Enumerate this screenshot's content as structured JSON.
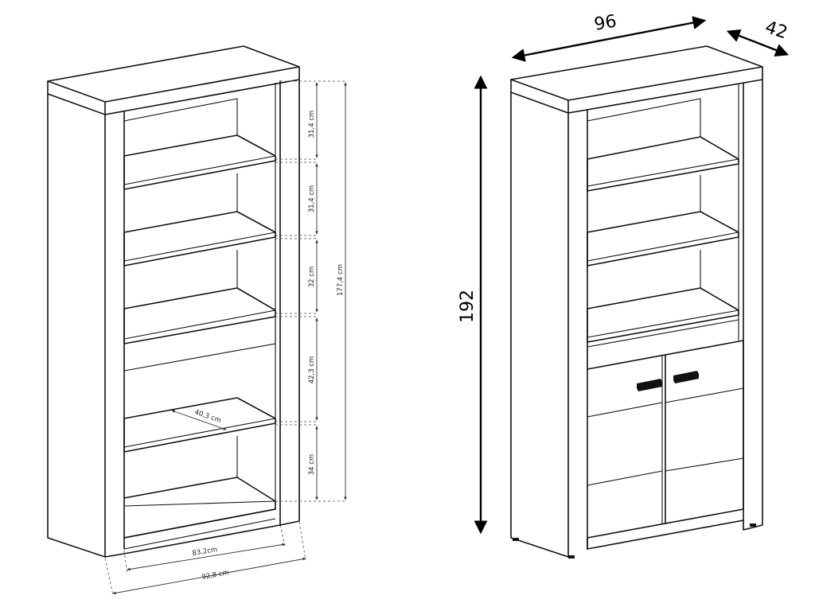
{
  "left_drawing": {
    "shelf_heights": [
      "31,4 cm",
      "31,4 cm",
      "32 cm",
      "42,3 cm",
      "34 cm"
    ],
    "total_inner_height": "177,4 cm",
    "shelf_depth": "40,3 cm",
    "inner_width": "83,2cm",
    "outer_width": "92,8 cm"
  },
  "right_drawing": {
    "width": "96",
    "depth": "42",
    "height": "192"
  }
}
